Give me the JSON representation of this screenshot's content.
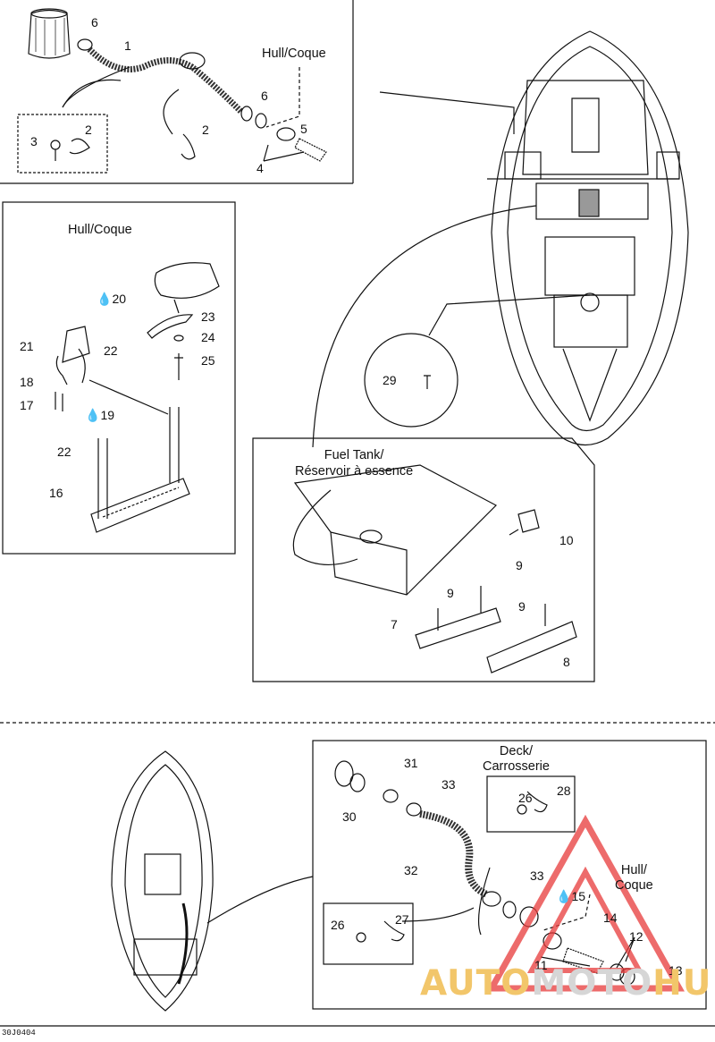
{
  "diagram": {
    "code": "30J0404",
    "callouts": {
      "c1": "1",
      "c2a": "2",
      "c2b": "2",
      "c3": "3",
      "c4": "4",
      "c5": "5",
      "c6a": "6",
      "c6b": "6",
      "c7": "7",
      "c8": "8",
      "c9a": "9",
      "c9b": "9",
      "c9c": "9",
      "c10": "10",
      "c11": "11",
      "c12": "12",
      "c13": "13",
      "c14": "14",
      "c15": "15",
      "c16": "16",
      "c17": "17",
      "c18": "18",
      "c19": "19",
      "c20": "20",
      "c21": "21",
      "c22a": "22",
      "c22b": "22",
      "c23": "23",
      "c24": "24",
      "c25": "25",
      "c26a": "26",
      "c26b": "26",
      "c27": "27",
      "c28": "28",
      "c29": "29",
      "c30": "30",
      "c31": "31",
      "c32": "32",
      "c33a": "33",
      "c33b": "33"
    },
    "labels": {
      "hull_top": "Hull/Coque",
      "hull_left": "Hull/Coque",
      "fuel_tank_1": "Fuel Tank/",
      "fuel_tank_2": "Réservoir à essence",
      "deck_1": "Deck/",
      "deck_2": "Carrosserie",
      "hull_bottom_1": "Hull/",
      "hull_bottom_2": "Coque"
    },
    "watermark": {
      "part1": "AUTO",
      "part2": "MOTO",
      "part3": "HUB",
      "color_triangle": "#e83a3a",
      "color_text_primary": "#f2c66a"
    }
  }
}
